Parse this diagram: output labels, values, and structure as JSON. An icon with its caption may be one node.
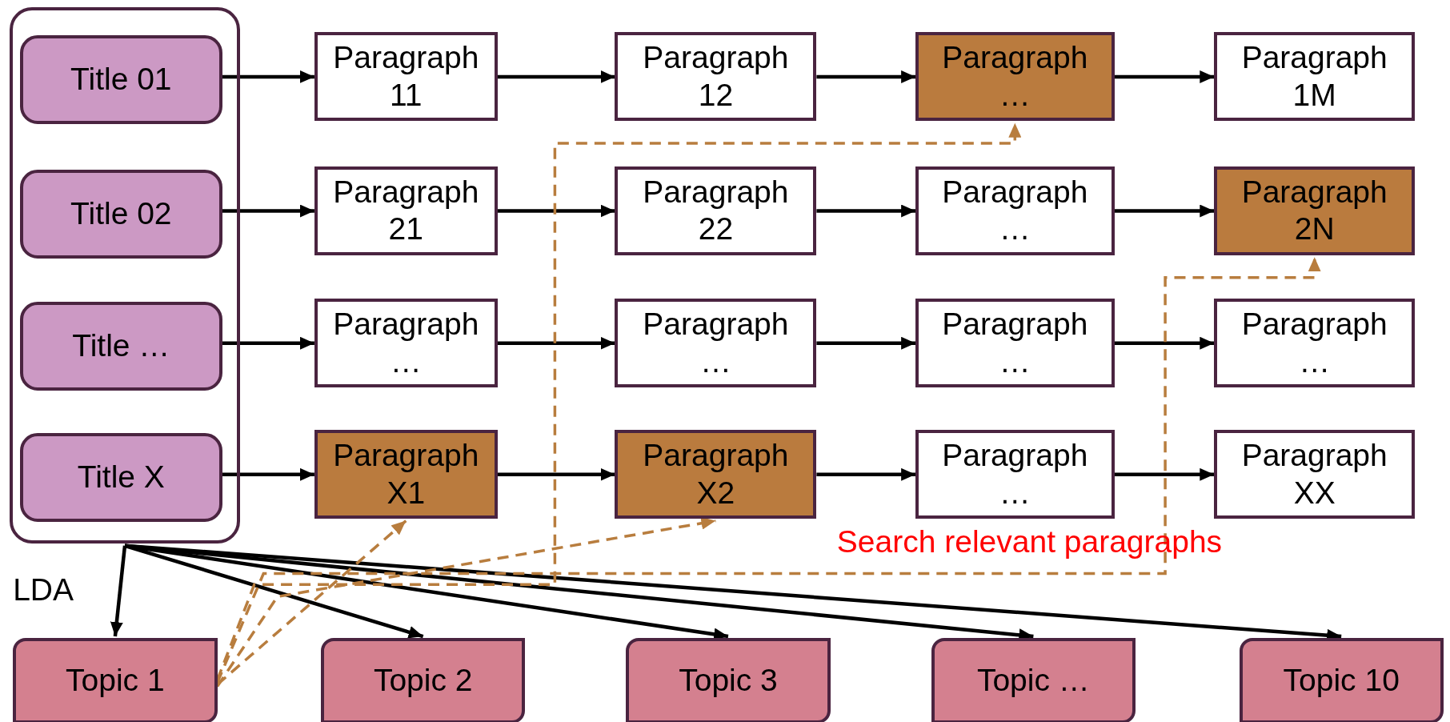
{
  "diagram": {
    "nodes": [
      {
        "text": [],
        "shape": "box"
      },
      {
        "text": [
          "Title 01"
        ],
        "in": 0
      },
      {
        "text": [
          "Paragraph 11"
        ]
      },
      {
        "text": [
          "Paragraph 12"
        ]
      },
      {
        "text": [
          "Paragraph …"
        ]
      },
      {
        "text": [
          "Paragraph 1M"
        ]
      },
      {
        "text": [
          "Title 02"
        ],
        "in": 0
      },
      {
        "text": [
          "Paragraph 21"
        ]
      },
      {
        "text": [
          "Paragraph 22"
        ]
      },
      {
        "text": [
          "Paragraph …"
        ]
      },
      {
        "text": [
          "Paragraph 2N"
        ]
      },
      {
        "text": [
          "Title …"
        ],
        "in": 0
      },
      {
        "text": [
          "Paragraph …"
        ]
      },
      {
        "text": [
          "Paragraph …"
        ]
      },
      {
        "text": [
          "Paragraph …"
        ]
      },
      {
        "text": [
          "Paragraph …"
        ]
      },
      {
        "text": [
          "Title X"
        ],
        "in": 0
      },
      {
        "text": [
          "Paragraph X1"
        ]
      },
      {
        "text": [
          "Paragraph X2"
        ]
      },
      {
        "text": [
          "Paragraph …"
        ]
      },
      {
        "text": [
          "Paragraph XX"
        ]
      },
      {
        "text": [
          "Topic 1"
        ]
      },
      {
        "text": [
          "Topic 2"
        ]
      },
      {
        "text": [
          "Topic 3"
        ]
      },
      {
        "text": [
          "Topic …"
        ]
      },
      {
        "text": [
          "Topic 10"
        ]
      }
    ],
    "edges": [
      {
        "from": 1,
        "to": 2,
        "arrow": "to"
      },
      {
        "from": 2,
        "to": 3,
        "arrow": "to"
      },
      {
        "from": 3,
        "to": 4,
        "arrow": "to"
      },
      {
        "from": 4,
        "to": 5,
        "arrow": "to"
      },
      {
        "from": 6,
        "to": 7,
        "arrow": "to"
      },
      {
        "from": 7,
        "to": 8,
        "arrow": "to"
      },
      {
        "from": 8,
        "to": 9,
        "arrow": "to"
      },
      {
        "from": 9,
        "to": 10,
        "arrow": "to"
      },
      {
        "from": 11,
        "to": 12,
        "arrow": "to"
      },
      {
        "from": 12,
        "to": 13,
        "arrow": "to"
      },
      {
        "from": 13,
        "to": 14,
        "arrow": "to"
      },
      {
        "from": 14,
        "to": 15,
        "arrow": "to"
      },
      {
        "from": 16,
        "to": 17,
        "arrow": "to"
      },
      {
        "from": 17,
        "to": 18,
        "arrow": "to"
      },
      {
        "from": 18,
        "to": 19,
        "arrow": "to"
      },
      {
        "from": 19,
        "to": 20,
        "arrow": "to"
      },
      {
        "from": 0,
        "to": 21,
        "arrow": "to"
      },
      {
        "from": 0,
        "to": 22,
        "arrow": "to"
      },
      {
        "from": 0,
        "to": 23,
        "arrow": "to"
      },
      {
        "from": 0,
        "to": 24,
        "arrow": "to"
      },
      {
        "from": 0,
        "to": 25,
        "arrow": "to"
      },
      {
        "from": 21,
        "to": 4,
        "arrow": "to",
        "style": "dashed",
        "color": "#b87d3e"
      },
      {
        "from": 21,
        "to": 10,
        "arrow": "to",
        "style": "dashed",
        "color": "#b87d3e"
      },
      {
        "from": 21,
        "to": 17,
        "arrow": "to",
        "style": "dashed",
        "color": "#b87d3e"
      },
      {
        "from": 21,
        "to": 18,
        "arrow": "to",
        "style": "dashed",
        "color": "#b87d3e"
      }
    ],
    "labels": [
      "LDA",
      "Search relevant paragraphs"
    ]
  }
}
